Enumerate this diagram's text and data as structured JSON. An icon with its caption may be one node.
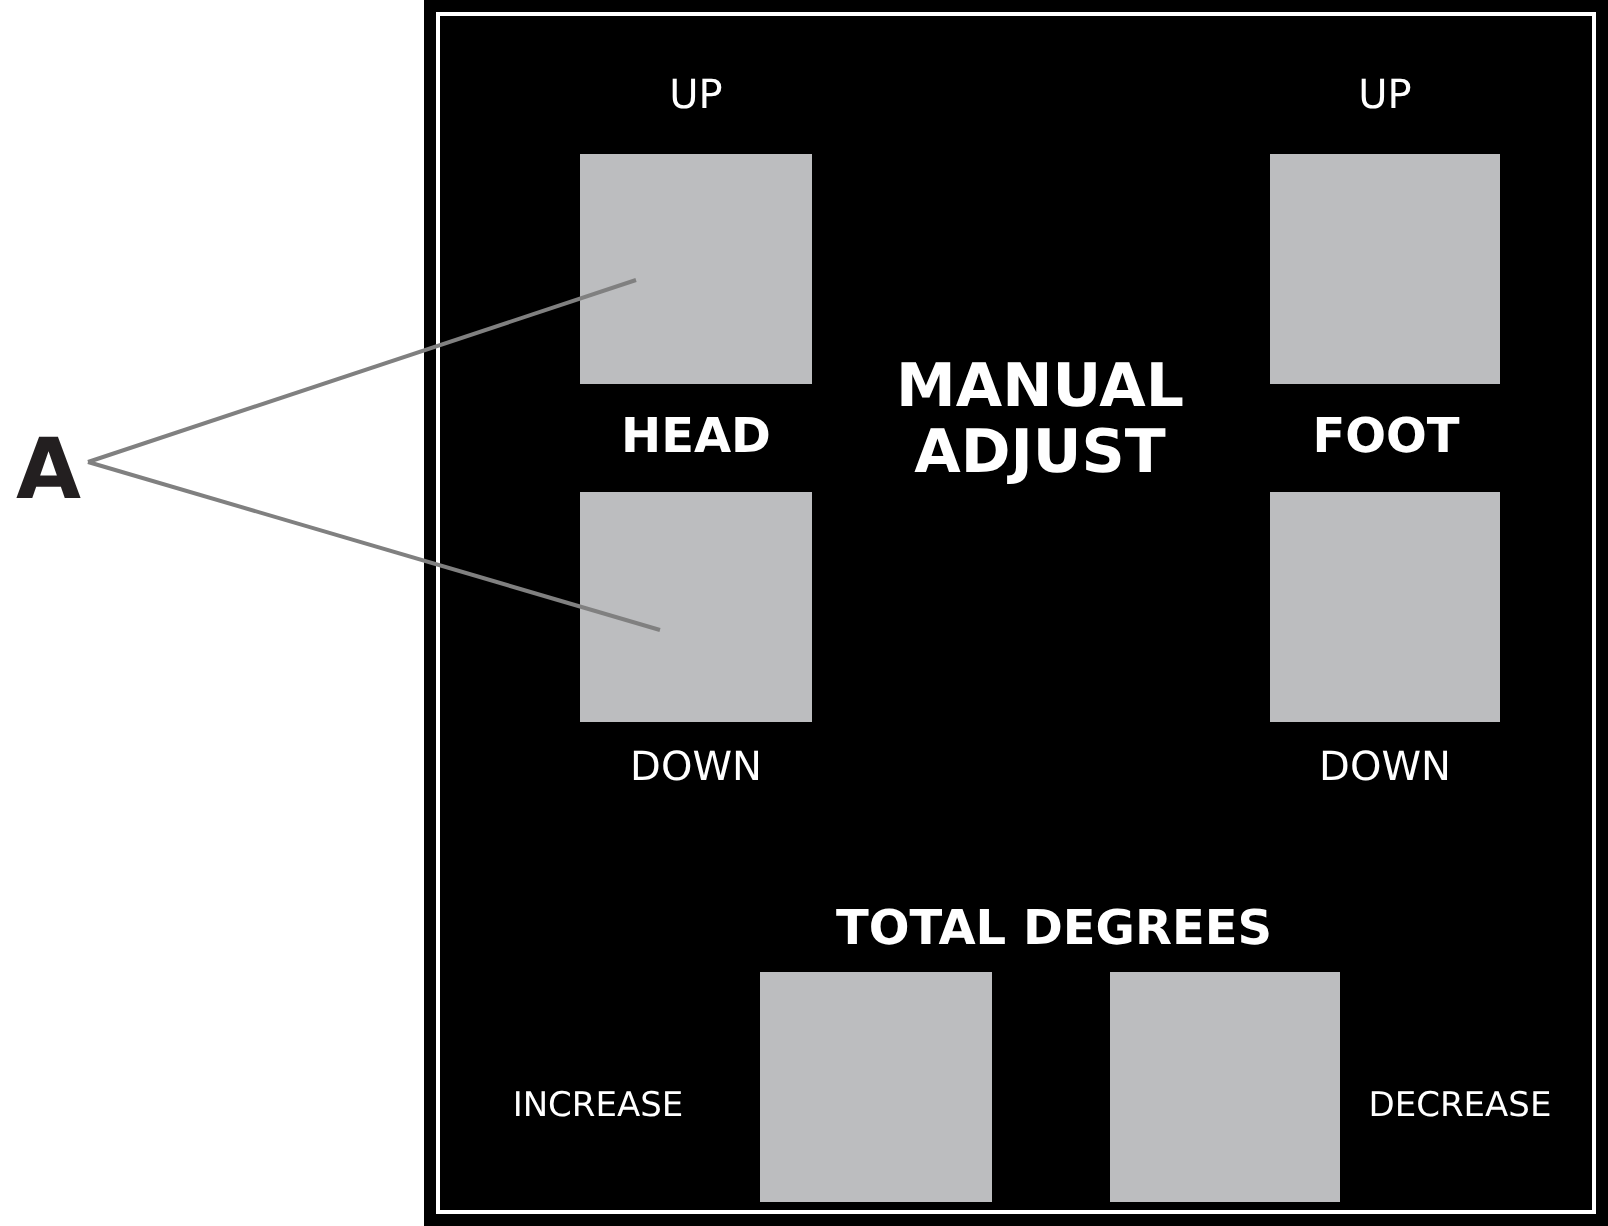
{
  "diagram": {
    "nodes": [
      {
        "text": [
          "MANUAL ADJUST"
        ]
      },
      {
        "text": [
          "A"
        ]
      },
      {
        "text": [],
        "shape": "box",
        "in": 0,
        "beside": [
          "UP"
        ]
      },
      {
        "text": [],
        "shape": "box",
        "in": 0,
        "beside": [
          "UP"
        ]
      },
      {
        "text": [],
        "shape": "box",
        "in": 0,
        "beside": [
          "DOWN"
        ]
      },
      {
        "text": [],
        "shape": "box",
        "in": 0,
        "beside": [
          "DOWN"
        ]
      },
      {
        "text": [],
        "shape": "box",
        "in": 0,
        "beside": [
          "INCREASE"
        ]
      },
      {
        "text": [],
        "shape": "box",
        "in": 0,
        "beside": [
          "DECREASE"
        ]
      }
    ],
    "edges": [
      {
        "from": 1,
        "to": 2,
        "arrow": "none"
      },
      {
        "from": 1,
        "to": 4,
        "arrow": "none"
      }
    ],
    "labels": [
      "HEAD",
      "FOOT",
      "TOTAL DEGREES"
    ]
  }
}
